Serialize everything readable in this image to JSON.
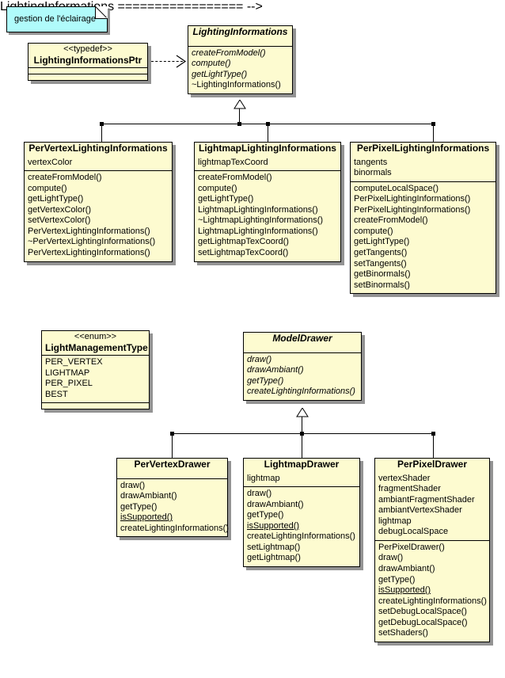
{
  "diagram": {
    "title": "Lighting management UML class diagram",
    "colors": {
      "class_fill": "#fdfbd0",
      "note_fill": "#b0fbfb",
      "border": "#000000",
      "shadow": "#808080"
    }
  },
  "note": {
    "text": "gestion de l'éclairage"
  },
  "classes": {
    "lighting_informations_ptr": {
      "stereotype": "<<typedef>>",
      "name": "LightingInformationsPtr",
      "abstract": false,
      "attributes": [],
      "methods": []
    },
    "lighting_informations": {
      "stereotype": "",
      "name": "LightingInformations",
      "abstract": true,
      "attributes": [],
      "methods": [
        {
          "label": "createFromModel()",
          "abstract": true,
          "static": false
        },
        {
          "label": "compute()",
          "abstract": true,
          "static": false
        },
        {
          "label": "getLightType()",
          "abstract": true,
          "static": false
        },
        {
          "label": "~LightingInformations()",
          "abstract": false,
          "static": false
        }
      ]
    },
    "per_vertex_lighting_informations": {
      "stereotype": "",
      "name": "PerVertexLightingInformations",
      "abstract": false,
      "attributes": [
        {
          "label": "vertexColor",
          "static": false
        }
      ],
      "methods": [
        {
          "label": "createFromModel()",
          "abstract": false,
          "static": false
        },
        {
          "label": "compute()",
          "abstract": false,
          "static": false
        },
        {
          "label": "getLightType()",
          "abstract": false,
          "static": false
        },
        {
          "label": "getVertexColor()",
          "abstract": false,
          "static": false
        },
        {
          "label": "setVertexColor()",
          "abstract": false,
          "static": false
        },
        {
          "label": "PerVertexLightingInformations()",
          "abstract": false,
          "static": false
        },
        {
          "label": "~PerVertexLightingInformations()",
          "abstract": false,
          "static": false
        },
        {
          "label": "PerVertexLightingInformations()",
          "abstract": false,
          "static": false
        }
      ]
    },
    "lightmap_lighting_informations": {
      "stereotype": "",
      "name": "LightmapLightingInformations",
      "abstract": false,
      "attributes": [
        {
          "label": "lightmapTexCoord",
          "static": false
        }
      ],
      "methods": [
        {
          "label": "createFromModel()",
          "abstract": false,
          "static": false
        },
        {
          "label": "compute()",
          "abstract": false,
          "static": false
        },
        {
          "label": "getLightType()",
          "abstract": false,
          "static": false
        },
        {
          "label": "LightmapLightingInformations()",
          "abstract": false,
          "static": false
        },
        {
          "label": "~LightmapLightingInformations()",
          "abstract": false,
          "static": false
        },
        {
          "label": "LightmapLightingInformations()",
          "abstract": false,
          "static": false
        },
        {
          "label": "getLightmapTexCoord()",
          "abstract": false,
          "static": false
        },
        {
          "label": "setLightmapTexCoord()",
          "abstract": false,
          "static": false
        }
      ]
    },
    "per_pixel_lighting_informations": {
      "stereotype": "",
      "name": "PerPixelLightingInformations",
      "abstract": false,
      "attributes": [
        {
          "label": "tangents",
          "static": false
        },
        {
          "label": "binormals",
          "static": false
        }
      ],
      "methods": [
        {
          "label": "computeLocalSpace()",
          "abstract": false,
          "static": false
        },
        {
          "label": "PerPixelLightingInformations()",
          "abstract": false,
          "static": false
        },
        {
          "label": "PerPixelLightingInformations()",
          "abstract": false,
          "static": false
        },
        {
          "label": "createFromModel()",
          "abstract": false,
          "static": false
        },
        {
          "label": "compute()",
          "abstract": false,
          "static": false
        },
        {
          "label": "getLightType()",
          "abstract": false,
          "static": false
        },
        {
          "label": "getTangents()",
          "abstract": false,
          "static": false
        },
        {
          "label": "setTangents()",
          "abstract": false,
          "static": false
        },
        {
          "label": "getBinormals()",
          "abstract": false,
          "static": false
        },
        {
          "label": "setBinormals()",
          "abstract": false,
          "static": false
        }
      ]
    },
    "light_management_type": {
      "stereotype": "<<enum>>",
      "name": "LightManagementType",
      "abstract": false,
      "attributes": [
        {
          "label": "PER_VERTEX",
          "static": false
        },
        {
          "label": "LIGHTMAP",
          "static": false
        },
        {
          "label": "PER_PIXEL",
          "static": false
        },
        {
          "label": "BEST",
          "static": false
        }
      ],
      "methods": []
    },
    "model_drawer": {
      "stereotype": "",
      "name": "ModelDrawer",
      "abstract": true,
      "attributes": [],
      "methods": [
        {
          "label": "draw()",
          "abstract": true,
          "static": false
        },
        {
          "label": "drawAmbiant()",
          "abstract": true,
          "static": false
        },
        {
          "label": "getType()",
          "abstract": true,
          "static": false
        },
        {
          "label": "createLightingInformations()",
          "abstract": true,
          "static": false
        }
      ]
    },
    "per_vertex_drawer": {
      "stereotype": "",
      "name": "PerVertexDrawer",
      "abstract": false,
      "attributes": [],
      "methods": [
        {
          "label": "draw()",
          "abstract": false,
          "static": false
        },
        {
          "label": "drawAmbiant()",
          "abstract": false,
          "static": false
        },
        {
          "label": "getType()",
          "abstract": false,
          "static": false
        },
        {
          "label": "isSupported()",
          "abstract": false,
          "static": true
        },
        {
          "label": "createLightingInformations()",
          "abstract": false,
          "static": false
        }
      ]
    },
    "lightmap_drawer": {
      "stereotype": "",
      "name": "LightmapDrawer",
      "abstract": false,
      "attributes": [
        {
          "label": "lightmap",
          "static": false
        }
      ],
      "methods": [
        {
          "label": "draw()",
          "abstract": false,
          "static": false
        },
        {
          "label": "drawAmbiant()",
          "abstract": false,
          "static": false
        },
        {
          "label": "getType()",
          "abstract": false,
          "static": false
        },
        {
          "label": "isSupported()",
          "abstract": false,
          "static": true
        },
        {
          "label": "createLightingInformations()",
          "abstract": false,
          "static": false
        },
        {
          "label": "setLightmap()",
          "abstract": false,
          "static": false
        },
        {
          "label": "getLightmap()",
          "abstract": false,
          "static": false
        }
      ]
    },
    "per_pixel_drawer": {
      "stereotype": "",
      "name": "PerPixelDrawer",
      "abstract": false,
      "attributes": [
        {
          "label": "vertexShader",
          "static": false
        },
        {
          "label": "fragmentShader",
          "static": false
        },
        {
          "label": "ambiantFragmentShader",
          "static": false
        },
        {
          "label": "ambiantVertexShader",
          "static": false
        },
        {
          "label": "lightmap",
          "static": false
        },
        {
          "label": "debugLocalSpace",
          "static": false
        }
      ],
      "methods": [
        {
          "label": "PerPixelDrawer()",
          "abstract": false,
          "static": false
        },
        {
          "label": "draw()",
          "abstract": false,
          "static": false
        },
        {
          "label": "drawAmbiant()",
          "abstract": false,
          "static": false
        },
        {
          "label": "getType()",
          "abstract": false,
          "static": false
        },
        {
          "label": "isSupported()",
          "abstract": false,
          "static": true
        },
        {
          "label": "createLightingInformations()",
          "abstract": false,
          "static": false
        },
        {
          "label": "setDebugLocalSpace()",
          "abstract": false,
          "static": false
        },
        {
          "label": "getDebugLocalSpace()",
          "abstract": false,
          "static": false
        },
        {
          "label": "setShaders()",
          "abstract": false,
          "static": false
        }
      ]
    }
  }
}
